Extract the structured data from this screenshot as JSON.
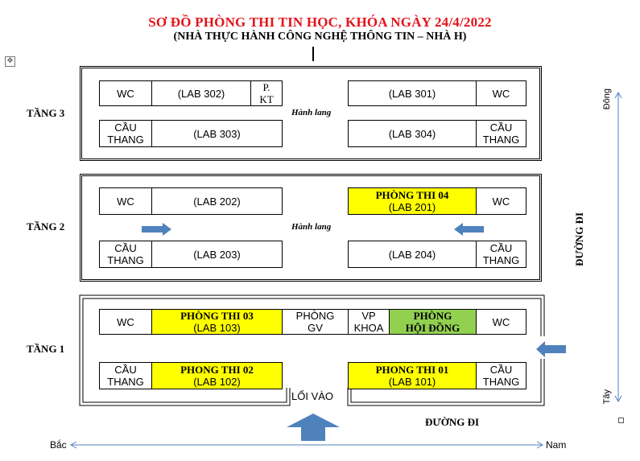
{
  "header": {
    "title": "SƠ ĐỒ PHÒNG THI TIN HỌC, KHÓA NGÀY 24/4/2022",
    "subtitle": "(NHÀ THỰC HÀNH CÔNG NGHỆ THÔNG TIN – NHÀ H)"
  },
  "floors": {
    "f3": {
      "label": "TẦNG 3",
      "corridor": "Hành lang",
      "wc_left": "WC",
      "lab302": "(LAB 302)",
      "pkt": "P.\nKT",
      "lab301": "(LAB 301)",
      "wc_right": "WC",
      "stairs_left": "CẦU\nTHANG",
      "lab303": "(LAB 303)",
      "lab304": "(LAB 304)",
      "stairs_right": "CẦU\nTHANG"
    },
    "f2": {
      "label": "TẦNG 2",
      "corridor": "Hành lang",
      "wc_left": "WC",
      "lab202": "(LAB 202)",
      "exam04_title": "PHÒNG THI 04",
      "lab201": "(LAB 201)",
      "wc_right": "WC",
      "stairs_left": "CẦU\nTHANG",
      "lab203": "(LAB 203)",
      "lab204": "(LAB 204)",
      "stairs_right": "CẦU\nTHANG"
    },
    "f1": {
      "label": "TẦNG 1",
      "wc_left": "WC",
      "exam03_title": "PHÒNG THI 03",
      "lab103": "(LAB 103)",
      "gv": "PHÒNG\nGV",
      "vp": "VP\nKHOA",
      "council": "PHÒNG\nHỘI ĐỒNG",
      "wc_right": "WC",
      "stairs_left": "CẦU\nTHANG",
      "exam02_title": "PHONG THI 02",
      "lab102": "(LAB 102)",
      "exam01_title": "PHONG THI 01",
      "lab101": "(LAB 101)",
      "stairs_right": "CẦU\nTHANG",
      "entrance": "LỐI VÀO"
    }
  },
  "surroundings": {
    "road_side": "ĐƯỜNG ĐI",
    "road_bottom": "ĐƯỜNG ĐI",
    "east": "Đông",
    "west": "Tây",
    "north": "Bắc",
    "south": "Nam"
  },
  "colors": {
    "title": "#e3141b",
    "exam_room": "#ffff00",
    "council_room": "#92d050",
    "arrow": "#4f81bd"
  }
}
